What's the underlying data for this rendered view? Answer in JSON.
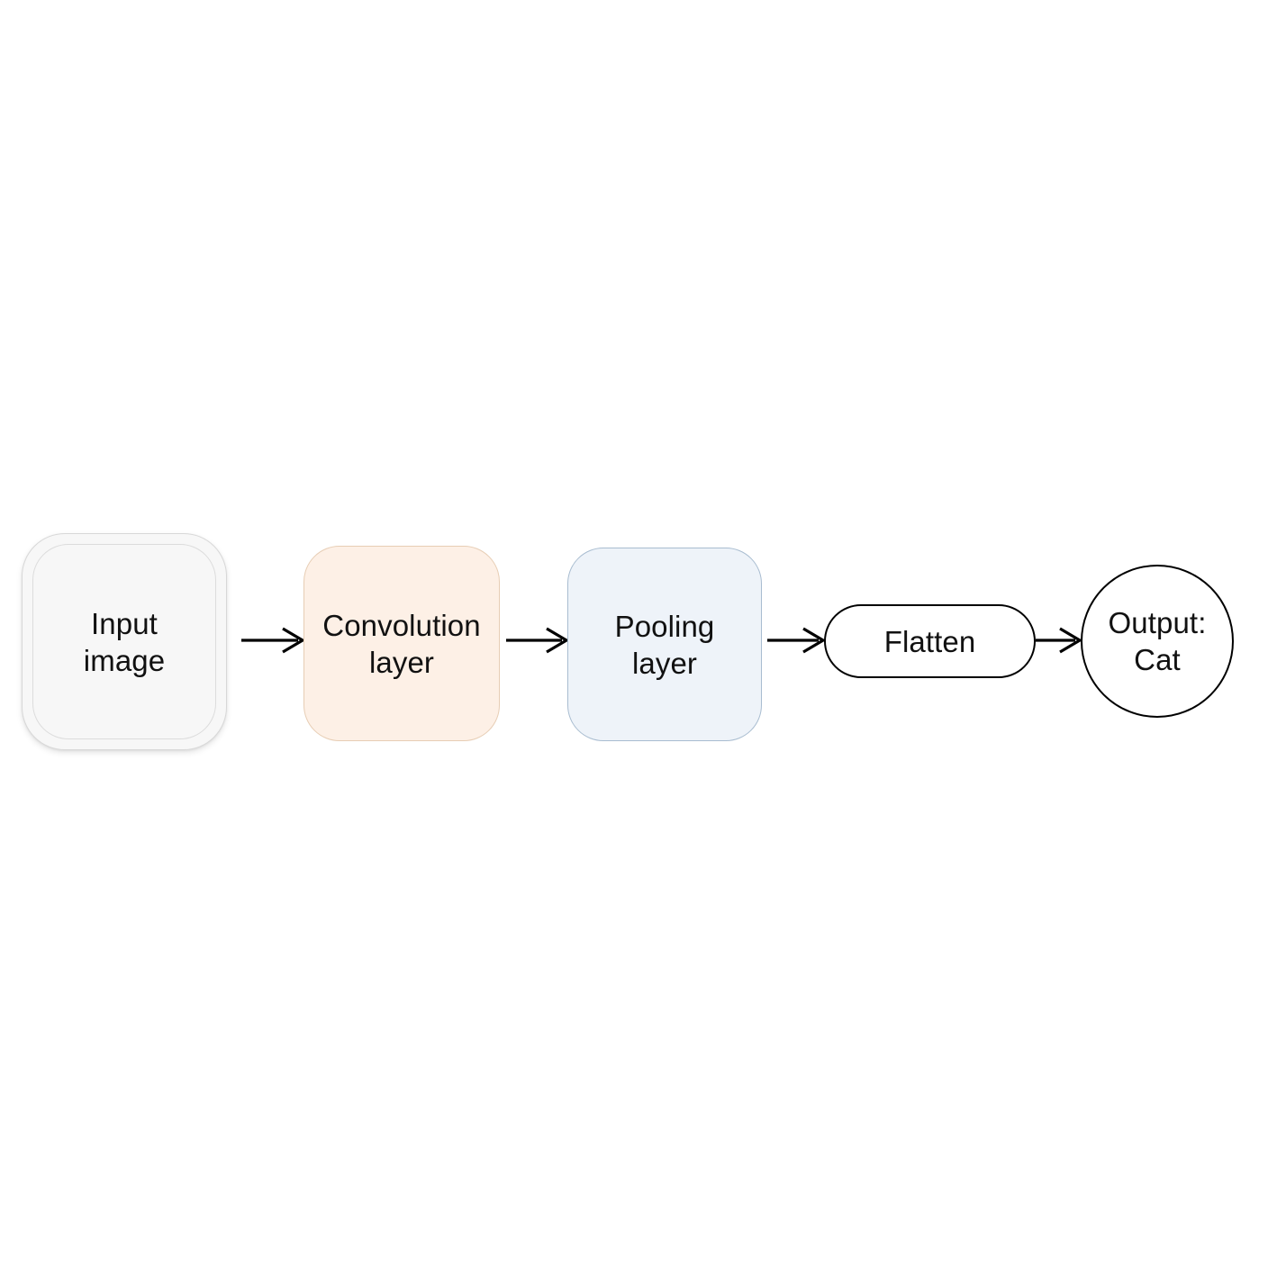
{
  "diagram": {
    "type": "flowchart",
    "orientation": "left-to-right",
    "background_color": "#ffffff",
    "nodes": [
      {
        "id": "input",
        "label": "Input\nimage",
        "shape": "double-rounded-square",
        "fill_color": "#f7f7f7",
        "border_color": "#d8d8d8",
        "text_color": "#111111"
      },
      {
        "id": "convolution",
        "label": "Convolution\nlayer",
        "shape": "rounded-square",
        "fill_color": "#fdf0e6",
        "border_color": "#e7cdb4",
        "text_color": "#111111"
      },
      {
        "id": "pooling",
        "label": "Pooling\nlayer",
        "shape": "rounded-square",
        "fill_color": "#eef3f9",
        "border_color": "#a8bcd0",
        "text_color": "#111111"
      },
      {
        "id": "flatten",
        "label": "Flatten",
        "shape": "stadium",
        "fill_color": "#ffffff",
        "border_color": "#000000",
        "text_color": "#111111"
      },
      {
        "id": "output",
        "label": "Output:\nCat",
        "shape": "circle",
        "fill_color": "#ffffff",
        "border_color": "#000000",
        "text_color": "#111111"
      }
    ],
    "edges": [
      {
        "id": "e1",
        "from": "input",
        "to": "convolution",
        "style": "solid-arrow",
        "color": "#000000",
        "label": ""
      },
      {
        "id": "e2",
        "from": "convolution",
        "to": "pooling",
        "style": "solid-arrow",
        "color": "#000000",
        "label": ""
      },
      {
        "id": "e3",
        "from": "pooling",
        "to": "flatten",
        "style": "solid-arrow",
        "color": "#000000",
        "label": ""
      },
      {
        "id": "e4",
        "from": "flatten",
        "to": "output",
        "style": "solid-arrow",
        "color": "#000000",
        "label": ""
      }
    ]
  }
}
